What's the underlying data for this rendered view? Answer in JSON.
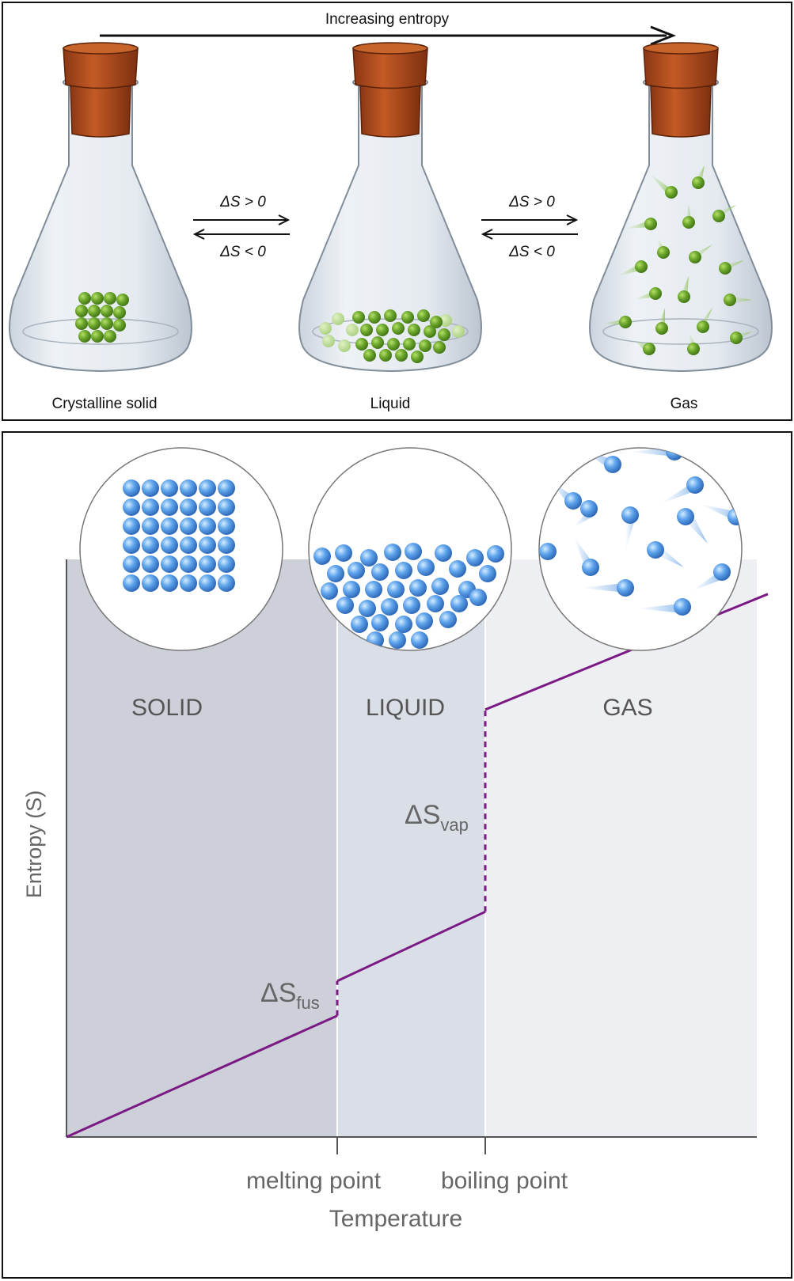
{
  "top": {
    "arrow_label": "Increasing entropy",
    "flasks": [
      {
        "label": "Crystalline solid",
        "state": "solid"
      },
      {
        "label": "Liquid",
        "state": "liquid"
      },
      {
        "label": "Gas",
        "state": "gas"
      }
    ],
    "transitions": [
      {
        "forward": "ΔS > 0",
        "reverse": "ΔS < 0"
      },
      {
        "forward": "ΔS > 0",
        "reverse": "ΔS < 0"
      }
    ],
    "colors": {
      "molecule": "#6aa52a",
      "cork": "#a8481f",
      "glass": "#dfe6ee"
    }
  },
  "chart": {
    "regions": [
      "SOLID",
      "LIQUID",
      "GAS"
    ],
    "ylabel": "Entropy (S)",
    "xlabel": "Temperature",
    "ticks": [
      "melting point",
      "boiling point"
    ],
    "delta_fus": {
      "symbol": "ΔS",
      "sub": "fus"
    },
    "delta_vap": {
      "symbol": "ΔS",
      "sub": "vap"
    },
    "colors": {
      "line": "#7b1a84",
      "solid": "#cdd0d8",
      "liquid": "#dadee6",
      "gas": "#eeeff2",
      "particle": "#3d86d8"
    }
  },
  "chart_data": {
    "type": "line",
    "title": "",
    "xlabel": "Temperature",
    "ylabel": "Entropy (S)",
    "x_ticks": [
      "melting point",
      "boiling point"
    ],
    "series": [
      {
        "segment": "solid",
        "x": [
          0,
          1
        ],
        "y": [
          0,
          0.21
        ]
      },
      {
        "segment": "fusion",
        "x": [
          1,
          1
        ],
        "y": [
          0.21,
          0.27
        ],
        "style": "dashed"
      },
      {
        "segment": "liquid",
        "x": [
          1,
          1.55
        ],
        "y": [
          0.27,
          0.39
        ]
      },
      {
        "segment": "vaporization",
        "x": [
          1.55,
          1.55
        ],
        "y": [
          0.39,
          0.74
        ],
        "style": "dashed"
      },
      {
        "segment": "gas",
        "x": [
          1.55,
          2.6
        ],
        "y": [
          0.74,
          0.94
        ]
      }
    ]
  }
}
